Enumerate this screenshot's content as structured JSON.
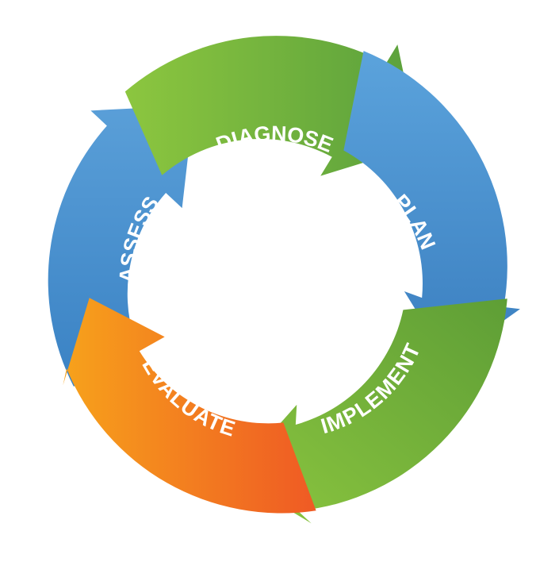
{
  "cycle": {
    "steps": [
      {
        "id": "assess",
        "label": "ASSESS",
        "color_start": "#3a82c4",
        "color_end": "#5a9fd8"
      },
      {
        "id": "diagnose",
        "label": "DIAGNOSE",
        "color_start": "#8cc63f",
        "color_end": "#5aa03c"
      },
      {
        "id": "plan",
        "label": "PLAN",
        "color_start": "#5ba3dc",
        "color_end": "#3b7fc0"
      },
      {
        "id": "implement",
        "label": "IMPLEMENT",
        "color_start": "#5e9e36",
        "color_end": "#8cc63f"
      },
      {
        "id": "evaluate",
        "label": "EVALUATE",
        "color_start": "#f7a21b",
        "color_end": "#ef5a24"
      }
    ]
  }
}
